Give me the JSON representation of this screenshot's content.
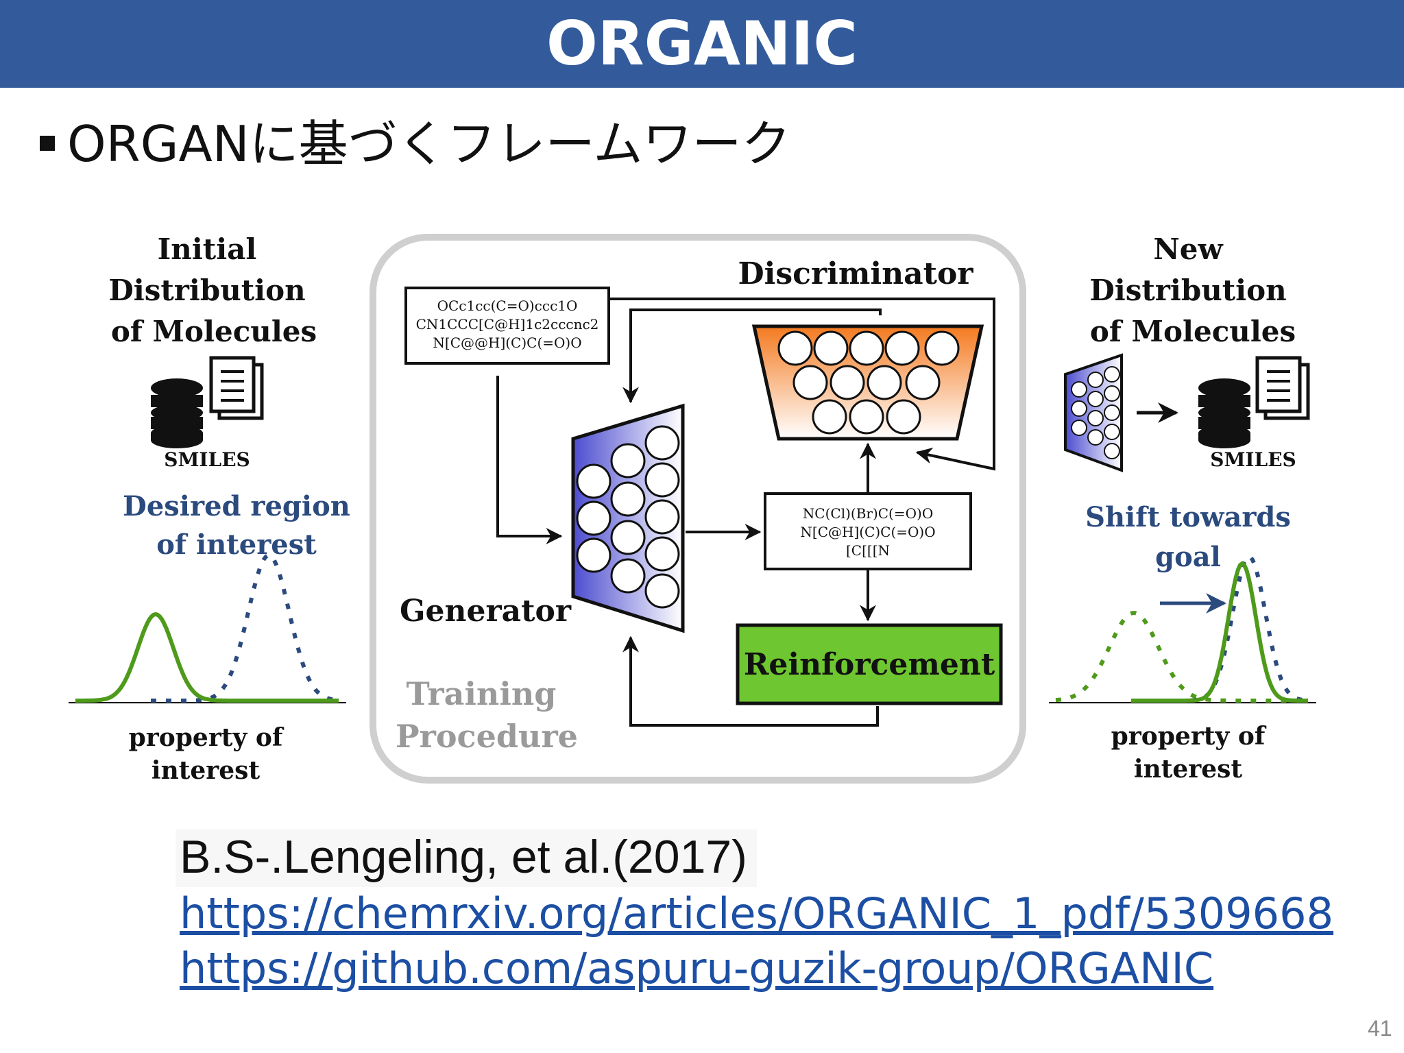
{
  "slide": {
    "title": "ORGANIC",
    "subtitle": "ORGANに基づくフレームワーク",
    "citation": "B.S-.Lengeling, et al.(2017)",
    "links": [
      "https://chemrxiv.org/articles/ORGANIC_1_pdf/5309668",
      "https://github.com/aspuru-guzik-group/ORGANIC"
    ],
    "page_number": "41"
  },
  "diagram": {
    "left": {
      "title_lines": [
        "Initial",
        "Distribution",
        "of Molecules"
      ],
      "db_label": "SMILES",
      "region_lines": [
        "Desired region",
        "of interest"
      ],
      "axis_lines": [
        "property of",
        "interest"
      ]
    },
    "center": {
      "discriminator_label": "Discriminator",
      "generator_label": "Generator",
      "reinforcement_label": "Reinforcement",
      "training_lines": [
        "Training",
        "Procedure"
      ],
      "input_smiles": [
        "OCc1cc(C=O)ccc1O",
        "CN1CCC[C@H]1c2cccnc2",
        "N[C@@H](C)C(=O)O"
      ],
      "generated_smiles": [
        "NC(Cl)(Br)C(=O)O",
        "N[C@H](C)C(=O)O",
        "[C[[[N"
      ]
    },
    "right": {
      "title_lines": [
        "New",
        "Distribution",
        "of Molecules"
      ],
      "db_label": "SMILES",
      "shift_lines": [
        "Shift towards",
        "goal"
      ],
      "axis_lines": [
        "property of",
        "interest"
      ]
    },
    "colors": {
      "title_bar": "#335b9c",
      "green_curve": "#4e9a1a",
      "dotted_curve": "#2b4a7e",
      "reinforcement_fill": "#6ec631",
      "discriminator_orange": "#f47a20",
      "generator_blue": "#5b5bd6"
    }
  }
}
